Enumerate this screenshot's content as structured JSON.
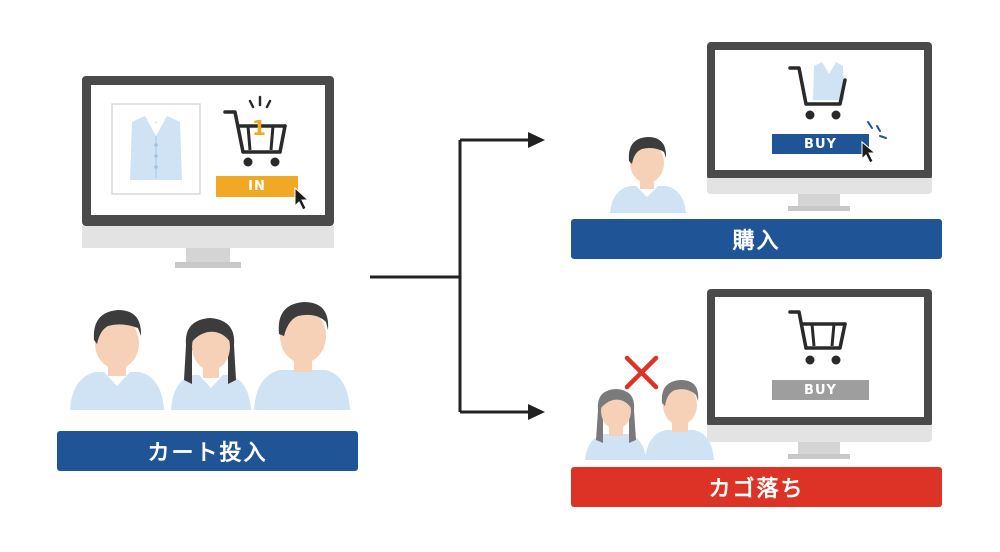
{
  "colors": {
    "navy": "#1f5596",
    "red": "#dc3326",
    "orange": "#f0a825",
    "gray_button": "#9e9e9e",
    "bezel": "#4a4a4a",
    "stand": "#d9d9d9",
    "screen": "#ffffff",
    "shirt": "#cfe3f5",
    "skin": "#f6d1b8",
    "hair": "#3c3c3c",
    "arrow": "#222222",
    "x_mark": "#dc3326"
  },
  "left": {
    "cart_badge": "1",
    "in_button_label": "IN",
    "label": "カート投入"
  },
  "top_right": {
    "buy_button_label": "BUY",
    "label": "購入"
  },
  "bottom_right": {
    "buy_button_label": "BUY",
    "label": "カゴ落ち"
  },
  "icons": [
    "monitor-icon",
    "shirt-icon",
    "cart-icon",
    "cursor-icon",
    "person-icon",
    "x-mark-icon",
    "arrow-icon"
  ]
}
